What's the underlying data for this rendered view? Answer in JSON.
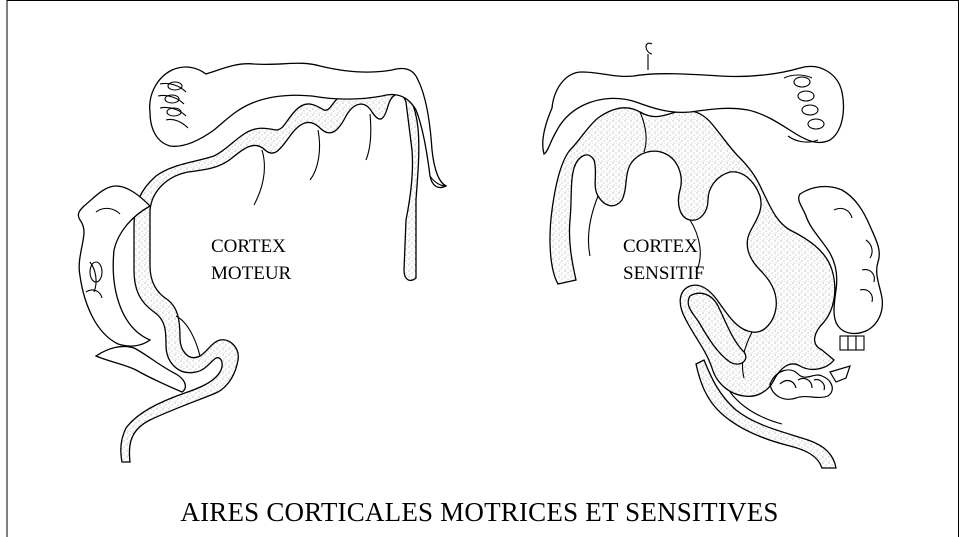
{
  "figure": {
    "left_panel": {
      "label_line1": "CORTEX",
      "label_line2": "MOTEUR"
    },
    "right_panel": {
      "label_line1": "CORTEX",
      "label_line2": "SENSITIF"
    },
    "caption": "AIRES CORTICALES MOTRICES ET SENSITIVES"
  },
  "colors": {
    "ink": "#000000",
    "stipple": "#777777",
    "background": "#ffffff"
  }
}
